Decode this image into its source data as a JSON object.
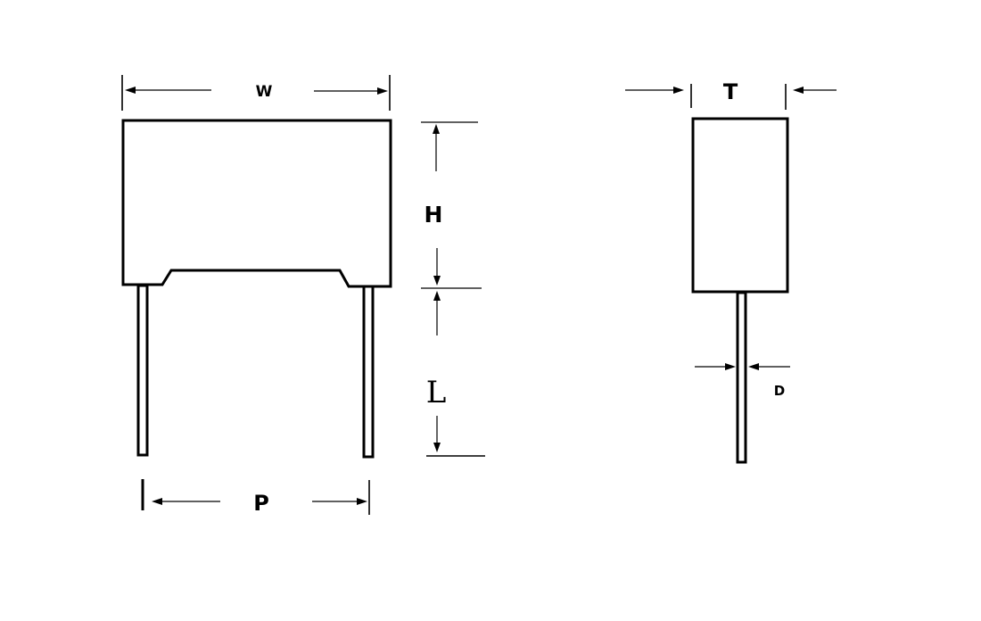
{
  "labels": {
    "width": "W",
    "height": "H",
    "lead_length": "L",
    "pitch": "P",
    "thickness": "T",
    "lead_diameter": "D"
  }
}
